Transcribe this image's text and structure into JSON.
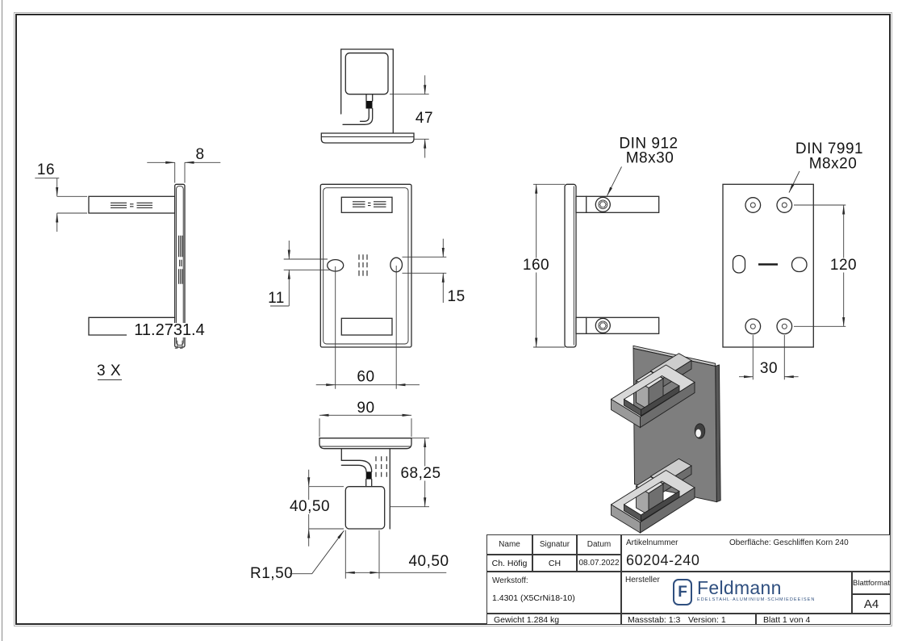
{
  "drawing": {
    "dims": {
      "d47": "47",
      "d16": "16",
      "d8": "8",
      "d_overlap": "11.2731.4",
      "qty": "3 X",
      "d11": "11",
      "d15": "15",
      "d60": "60",
      "d160": "160",
      "d120": "120",
      "d30": "30",
      "d90": "90",
      "d6825": "68,25",
      "d4050_left": "40,50",
      "d4050_bottom": "40,50",
      "r150": "R1,50"
    },
    "callouts": {
      "din912_line1": "DIN 912",
      "din912_line2": "M8x30",
      "din7991_line1": "DIN 7991",
      "din7991_line2": "M8x20"
    }
  },
  "title_block": {
    "name_label": "Name",
    "signatur_label": "Signatur",
    "datum_label": "Datum",
    "name": "Ch. Höfig",
    "signatur": "CH",
    "datum": "08.07.2022",
    "artikelnummer_label": "Artikelnummer",
    "artikelnummer": "60204-240",
    "oberflaeche": "Oberfläche:  Geschliffen Korn 240",
    "werkstoff_label": "Werkstoff:",
    "werkstoff": "1.4301 (X5CrNi18-10)",
    "hersteller_label": "Hersteller",
    "logo_letter": "F",
    "logo_text": "Feldmann",
    "logo_sub": "EDELSTAHL·ALUMINIUM·SCHMIEDEEISEN",
    "logo_color": "#2f4f7f",
    "blattformat_label": "Blattformat",
    "blattformat": "A4",
    "gewicht": "Gewicht 1.284 kg",
    "massstab": "Massstab: 1:3",
    "version": "Version: 1",
    "blatt": "Blatt 1 von 4"
  }
}
